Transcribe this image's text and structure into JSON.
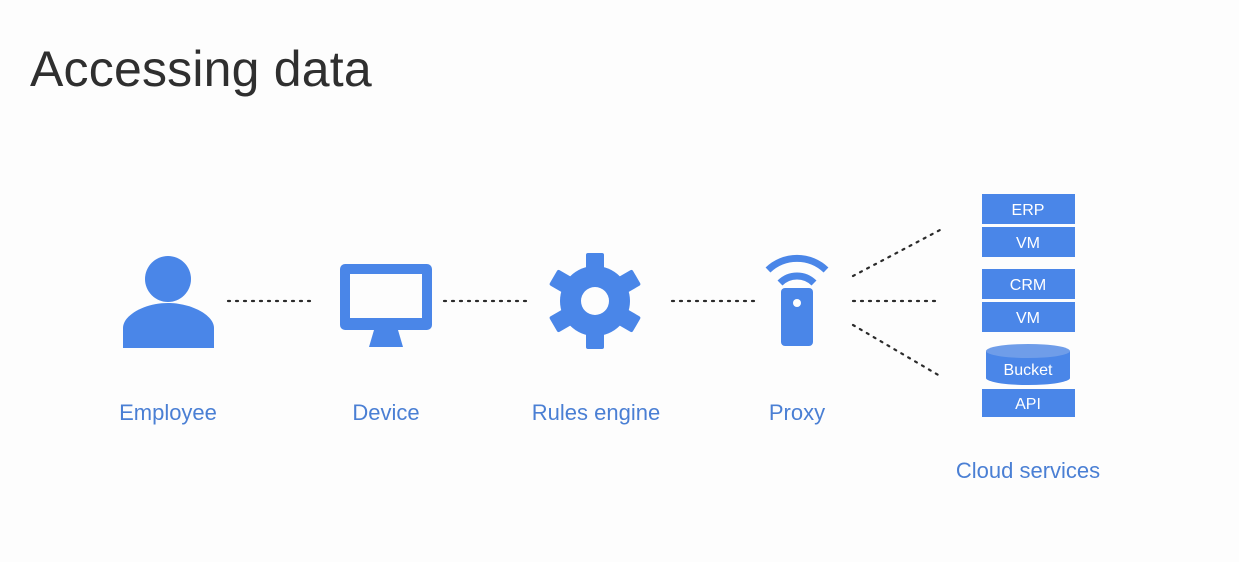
{
  "title": "Accessing data",
  "nodes": [
    {
      "id": "employee",
      "label": "Employee",
      "icon": "person-icon"
    },
    {
      "id": "device",
      "label": "Device",
      "icon": "monitor-icon"
    },
    {
      "id": "rules-engine",
      "label": "Rules engine",
      "icon": "gear-icon"
    },
    {
      "id": "proxy",
      "label": "Proxy",
      "icon": "wireless-proxy-icon"
    }
  ],
  "cloud_services": {
    "label": "Cloud services",
    "groups": [
      {
        "items": [
          "ERP",
          "VM"
        ]
      },
      {
        "items": [
          "CRM",
          "VM"
        ]
      },
      {
        "items": [
          "Bucket",
          "API"
        ]
      }
    ]
  },
  "colors": {
    "accent": "#4a86e8",
    "label": "#4a7fd4",
    "title": "#2f2f2f"
  }
}
